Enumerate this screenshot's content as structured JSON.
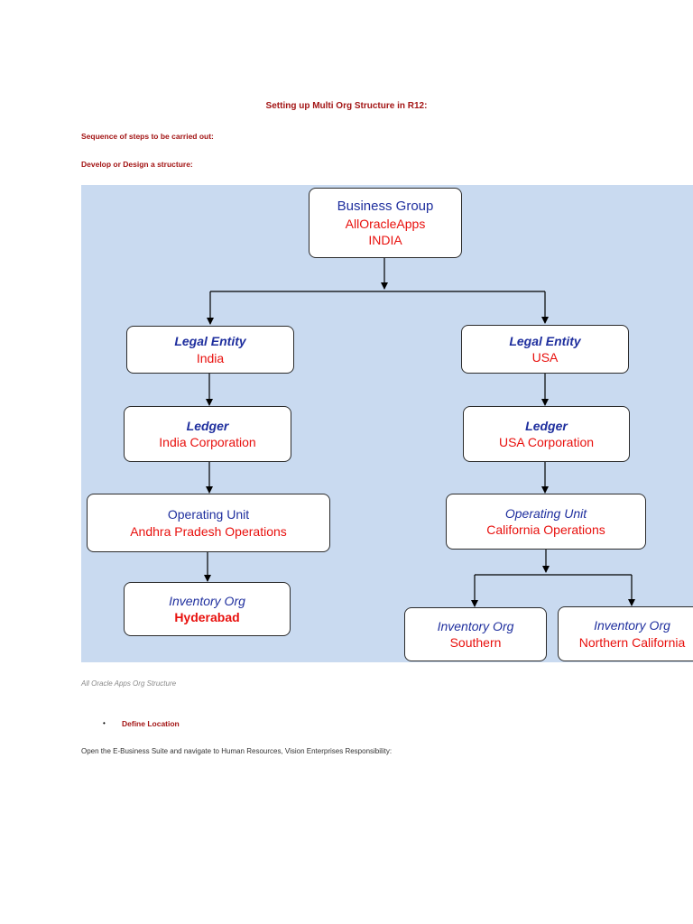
{
  "document": {
    "title": "Setting up Multi Org Structure in R12:",
    "heading1": "Sequence of steps to be carried out:",
    "heading2": "Develop or Design a structure:",
    "caption": "All Oracle Apps Org Structure",
    "bullet_label": "Define Location",
    "body_text": "Open the E-Business Suite and navigate to Human Resources, Vision Enterprises Responsibility:"
  },
  "diagram": {
    "business_group": {
      "type": "Business Group",
      "name_line1": "AllOracleApps",
      "name_line2": "INDIA"
    },
    "india_legal_entity": {
      "type": "Legal Entity",
      "name": "India"
    },
    "usa_legal_entity": {
      "type": "Legal Entity",
      "name": "USA"
    },
    "india_ledger": {
      "type": "Ledger",
      "name": "India Corporation"
    },
    "usa_ledger": {
      "type": "Ledger",
      "name": "USA Corporation"
    },
    "india_operating_unit": {
      "type": "Operating Unit",
      "name": "Andhra Pradesh Operations"
    },
    "usa_operating_unit": {
      "type": "Operating Unit",
      "name": "California Operations"
    },
    "inv_hyderabad": {
      "type": "Inventory Org",
      "name": "Hyderabad"
    },
    "inv_southern": {
      "type": "Inventory Org",
      "name": "Southern"
    },
    "inv_northern_california": {
      "type": "Inventory Org",
      "name": "Northern California"
    }
  },
  "colors": {
    "heading_red": "#a31515",
    "diagram_background": "#c9daf0",
    "node_type_blue": "#1f2f9e",
    "node_name_red": "#e8100d"
  }
}
